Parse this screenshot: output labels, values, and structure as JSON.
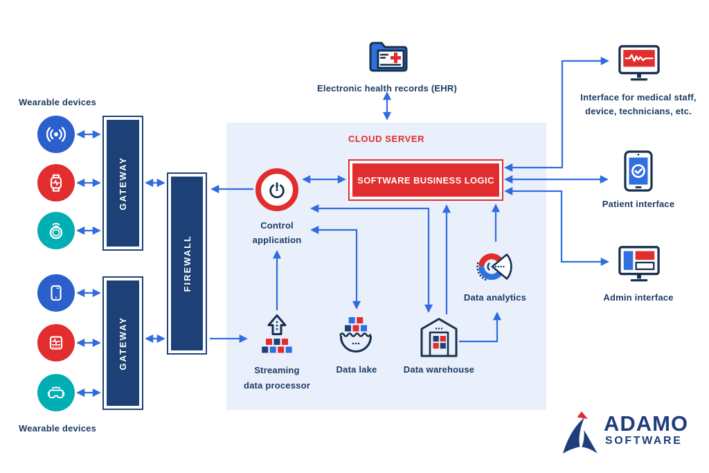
{
  "labels": {
    "wearable_top": "Wearable devices",
    "wearable_bottom": "Wearable devices",
    "gateway_top": "GATEWAY",
    "gateway_bottom": "GATEWAY",
    "firewall": "FIREWALL",
    "ehr": "Electronic health records (EHR)",
    "cloud_server": "CLOUD SERVER",
    "business_logic": "SOFTWARE BUSINESS LOGIC",
    "control_app_line1": "Control",
    "control_app_line2": "application",
    "streaming_line1": "Streaming",
    "streaming_line2": "data processor",
    "data_lake": "Data lake",
    "data_warehouse": "Data warehouse",
    "data_analytics": "Data analytics",
    "medical_interface_line1": "Interface for medical staff,",
    "medical_interface_line2": "device, technicians, etc.",
    "patient_interface": "Patient interface",
    "admin_interface": "Admin interface"
  },
  "logo": {
    "brand": "ADAMO",
    "sub": "SOFTWARE"
  },
  "icons": {
    "wireless-signal-icon": "broadcast waves",
    "smartwatch-icon": "watch with heartbeat",
    "smart-ring-icon": "ring with wifi waves",
    "smartphone-icon": "mobile phone",
    "ecg-monitor-icon": "portable ECG device",
    "vr-headset-icon": "VR goggles",
    "ehr-folder-icon": "folder with medical document and red cross",
    "power-icon": "power button",
    "streaming-processor-icon": "up arrow over data blocks",
    "data-lake-icon": "bowl collecting data blocks",
    "data-warehouse-icon": "warehouse with data blocks",
    "data-analytics-icon": "circular chart with scan cone",
    "medical-monitor-icon": "monitor with ECG screen",
    "patient-tablet-icon": "tablet with checkmark",
    "admin-monitor-icon": "monitor with dashboard layout",
    "adamo-logo-mark": "stylized sail A with red flag"
  },
  "colors": {
    "navy_box": "#1d4076",
    "icon_stroke": "#16304f",
    "label_navy": "#1b3a63",
    "red": "#e12d2d",
    "circle_blue": "#2b60cc",
    "square_blue": "#2f6fe0",
    "teal": "#00aeb4",
    "arrow_blue": "#2f6ce0",
    "cloud_bg": "#e9effb",
    "logo_navy": "#1e3d7a"
  }
}
